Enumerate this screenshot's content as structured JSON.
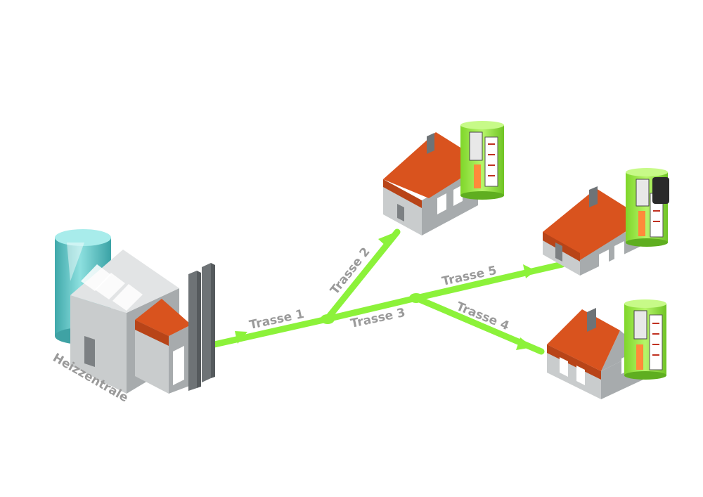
{
  "labels": {
    "heizzentrale": "Heizzentrale",
    "trasse_1": "Trasse 1",
    "trasse_2": "Trasse 2",
    "trasse_3": "Trasse 3",
    "trasse_4": "Trasse 4",
    "trasse_5": "Trasse 5"
  },
  "colors": {
    "pipe": "#8cf23a",
    "roof": "#d9531e",
    "wall_light": "#c9cccd",
    "wall_dark": "#a7abad",
    "tank": "#5fc7c7",
    "label": "#9a9a9a"
  }
}
